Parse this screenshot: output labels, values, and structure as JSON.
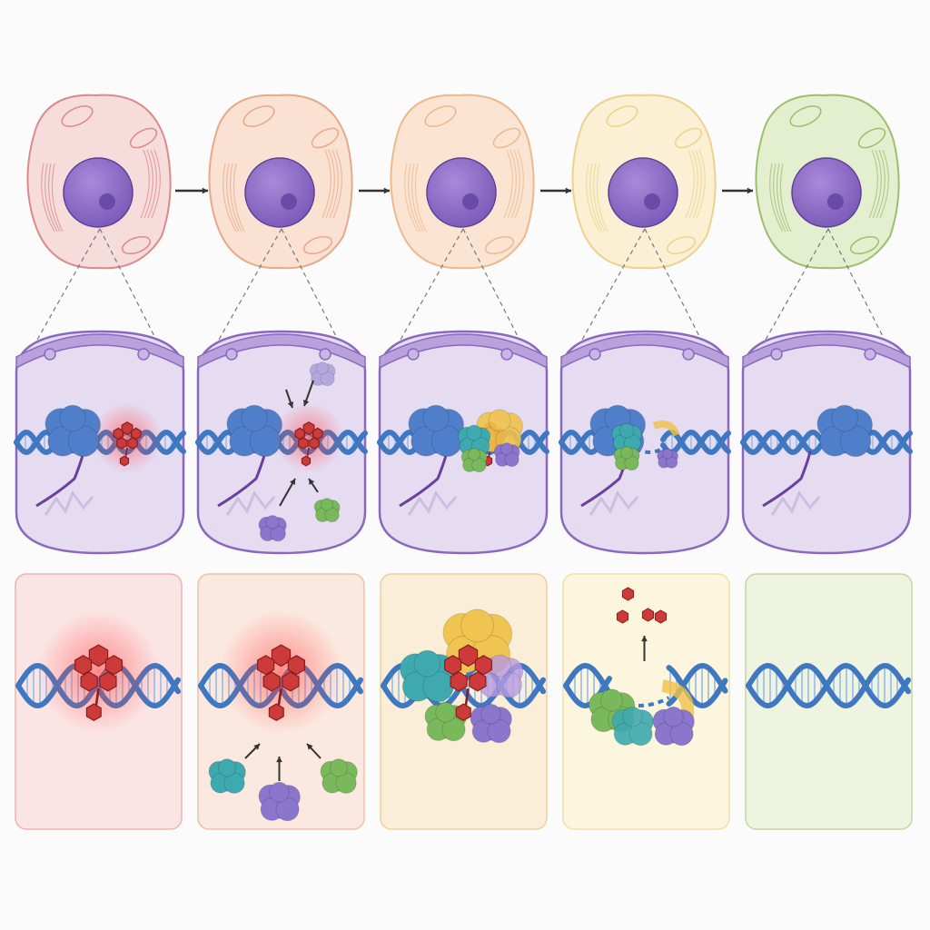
{
  "stages": [
    {
      "id": "damaged",
      "cell_fill": "#f7dcdc",
      "cell_stroke": "#d98a8a",
      "detail_bg": "#fbe5e4",
      "detail_border": "#ecb5b2",
      "lesion": true,
      "lesion_glow": true,
      "repair_proteins": "none",
      "dna_gap": false,
      "released_fragments": false
    },
    {
      "id": "recruiting",
      "cell_fill": "#fbe1d2",
      "cell_stroke": "#e6a98a",
      "detail_bg": "#fbe8de",
      "detail_border": "#efc1a8",
      "lesion": true,
      "lesion_glow": true,
      "repair_proteins": "incoming",
      "dna_gap": false,
      "released_fragments": false
    },
    {
      "id": "assembled",
      "cell_fill": "#fbe4d2",
      "cell_stroke": "#ecb98e",
      "detail_bg": "#fbeed8",
      "detail_border": "#f0cfa0",
      "lesion": true,
      "lesion_glow": false,
      "repair_proteins": "bound",
      "dna_gap": false,
      "released_fragments": false
    },
    {
      "id": "excised",
      "cell_fill": "#fbf0d4",
      "cell_stroke": "#ecd28c",
      "detail_bg": "#fcf6de",
      "detail_border": "#f0e0a8",
      "lesion": false,
      "lesion_glow": false,
      "repair_proteins": "partial",
      "dna_gap": true,
      "released_fragments": true
    },
    {
      "id": "repaired",
      "cell_fill": "#e4efcf",
      "cell_stroke": "#9cbf6e",
      "detail_bg": "#eef4e0",
      "detail_border": "#c2d8a0",
      "lesion": false,
      "lesion_glow": false,
      "repair_proteins": "none",
      "dna_gap": false,
      "released_fragments": false
    }
  ],
  "colors": {
    "nucleus": "#8e6cc6",
    "nucleolus": "#6a4aa8",
    "nucleus_interior": "#e6dcf2",
    "nuclear_envelope": "#8a68c0",
    "dna": "#3f78c0",
    "dna_rungs": "#a9c6ea",
    "polymerase": "#4f7fca",
    "lesion": "#cc3a3a",
    "protein_teal": "#3fa9b0",
    "protein_green": "#7ab85c",
    "protein_purple": "#8a76cc",
    "protein_yellow": "#f0c24a",
    "arrow": "#333333",
    "rna": "#6a3f9e"
  }
}
